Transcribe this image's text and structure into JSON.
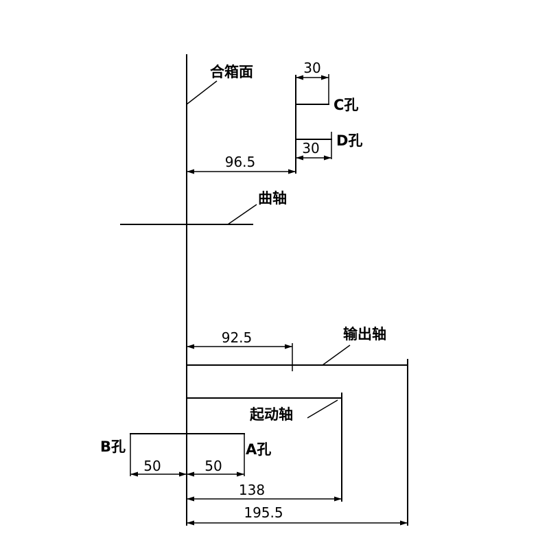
{
  "labels": {
    "parting_face": "合箱面",
    "crankshaft": "曲轴",
    "output_shaft": "输出轴",
    "starter_shaft": "起动轴",
    "hole_a": "A孔",
    "hole_b": "B孔",
    "hole_c": "C孔",
    "hole_d": "D孔"
  },
  "dimensions": {
    "hole_c_width": "30",
    "hole_d_width": "30",
    "parting_to_holes": "96.5",
    "parting_to_output": "92.5",
    "hole_b_offset": "50",
    "hole_a_offset": "50",
    "starter_length": "138",
    "output_length": "195.5"
  }
}
